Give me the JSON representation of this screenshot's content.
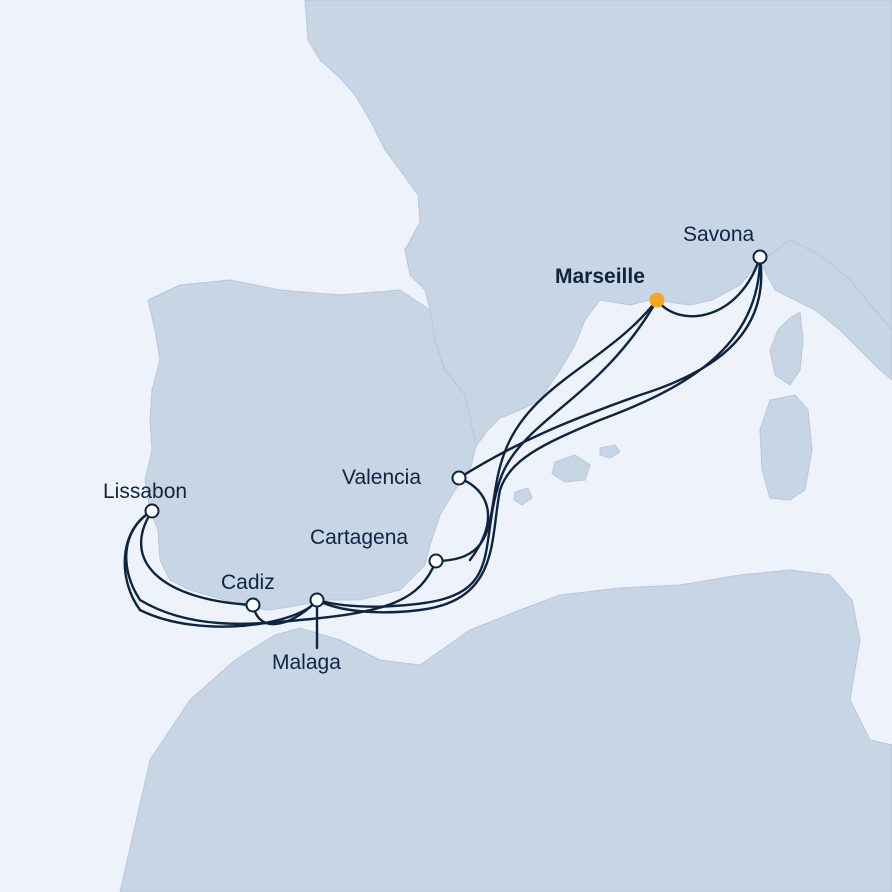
{
  "colors": {
    "sea": "#eef3fb",
    "land": "#c7d5e4",
    "route": "#0d2540",
    "home_port": "#f5a623",
    "port_fill": "#ffffff"
  },
  "ports": {
    "home": "Marseille",
    "savona": "Savona",
    "valencia": "Valencia",
    "cartagena": "Cartagena",
    "malaga": "Malaga",
    "cadiz": "Cadiz",
    "lissabon": "Lissabon"
  }
}
